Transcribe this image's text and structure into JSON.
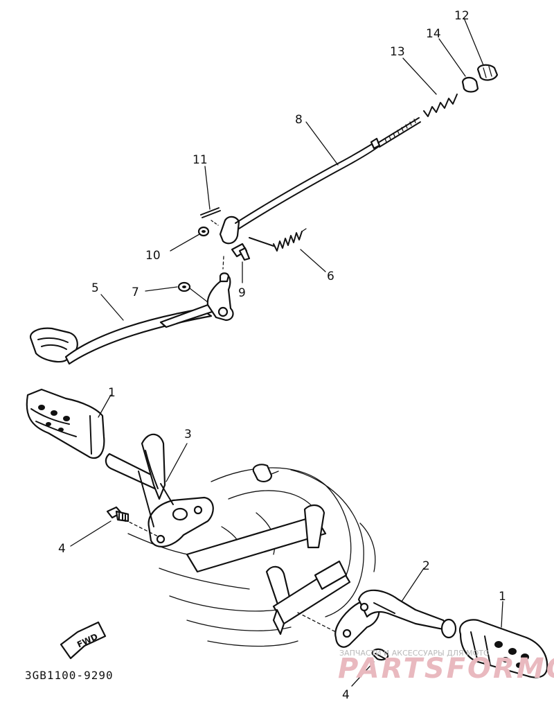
{
  "diagram": {
    "code": "3GB1100-9290",
    "fwd_label": "FWD",
    "callouts": {
      "c1a": "1",
      "c1b": "1",
      "c2": "2",
      "c3": "3",
      "c4a": "4",
      "c4b": "4",
      "c5": "5",
      "c6": "6",
      "c7": "7",
      "c8": "8",
      "c9": "9",
      "c10": "10",
      "c11": "11",
      "c12": "12",
      "c13": "13",
      "c14": "14"
    }
  },
  "watermark": {
    "caption": "ЗАПЧАСТИ И АКСЕССУАРЫ ДЛЯ МОТО",
    "brand": "PARTSFORMOTO"
  }
}
